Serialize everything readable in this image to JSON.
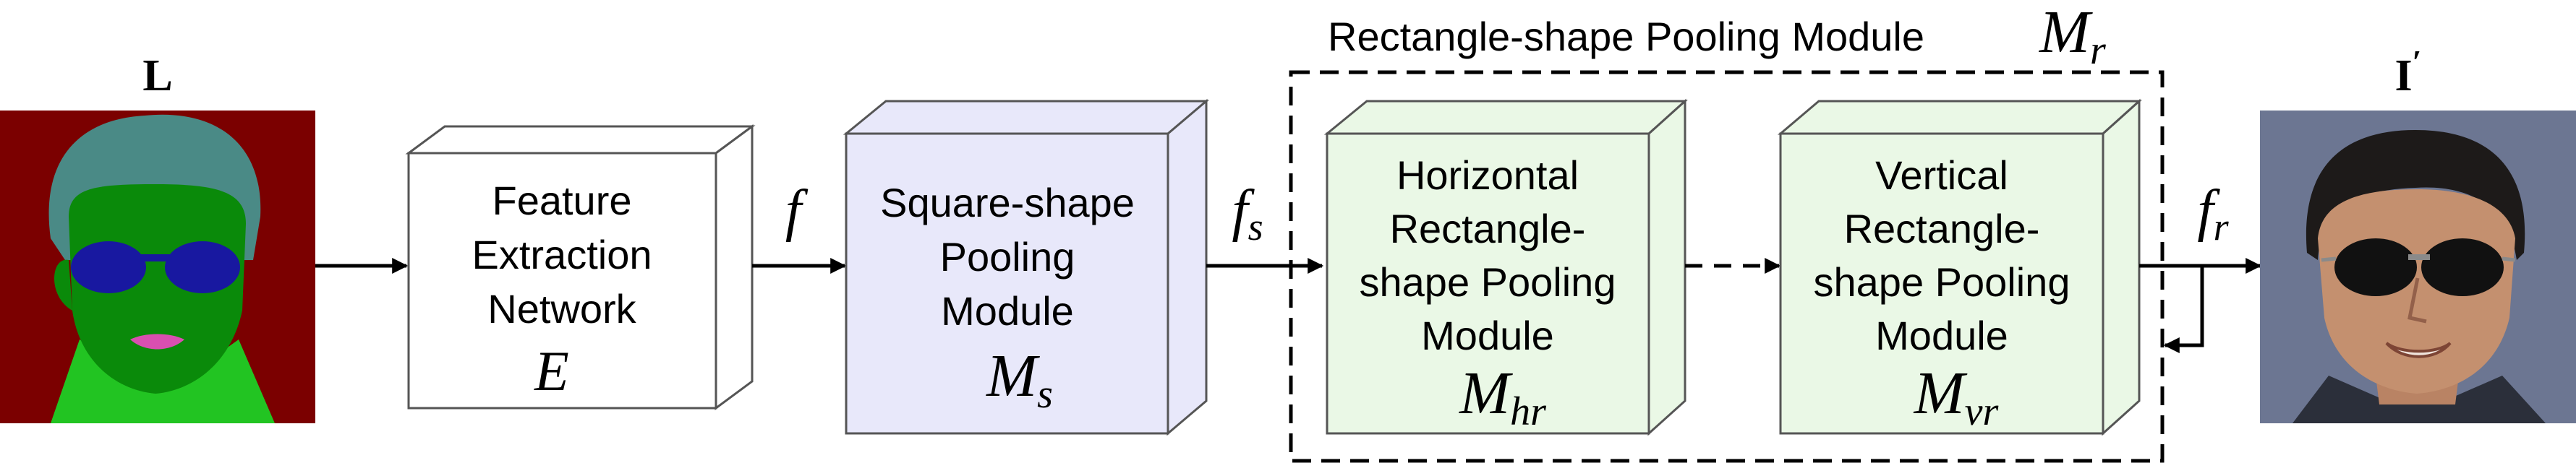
{
  "input": {
    "symbol": "L"
  },
  "output": {
    "symbol": "I",
    "prime": "′"
  },
  "colors": {
    "stroke": "#555555",
    "arrow": "#000000",
    "feature_fill": "#ffffff",
    "square_fill": "#e8e8fa",
    "rect_fill": "#eaf8e6",
    "mask_bg": "#7b0000",
    "mask_face": "#0a8a0a",
    "mask_hair": "#4a8a86",
    "mask_neck": "#22c422",
    "mask_glasses": "#1818a0"
  },
  "blocks": {
    "feature": {
      "line1": "Feature",
      "line2": "Extraction",
      "line3": "Network",
      "symbol": "E"
    },
    "square": {
      "line1": "Square-shape",
      "line2": "Pooling",
      "line3": "Module",
      "symbol_base": "M",
      "symbol_sub": "s"
    },
    "horizontal": {
      "line1": "Horizontal",
      "line2": "Rectangle-",
      "line3": "shape Pooling",
      "line4": "Module",
      "symbol_base": "M",
      "symbol_sub": "hr"
    },
    "vertical": {
      "line1": "Vertical",
      "line2": "Rectangle-",
      "line3": "shape Pooling",
      "line4": "Module",
      "symbol_base": "M",
      "symbol_sub": "vr"
    }
  },
  "group": {
    "title": "Rectangle-shape Pooling Module",
    "symbol_base": "M",
    "symbol_sub": "r"
  },
  "edges": {
    "f": {
      "base": "f",
      "sub": ""
    },
    "fs": {
      "base": "f",
      "sub": "s"
    },
    "fr": {
      "base": "f",
      "sub": "r"
    }
  }
}
